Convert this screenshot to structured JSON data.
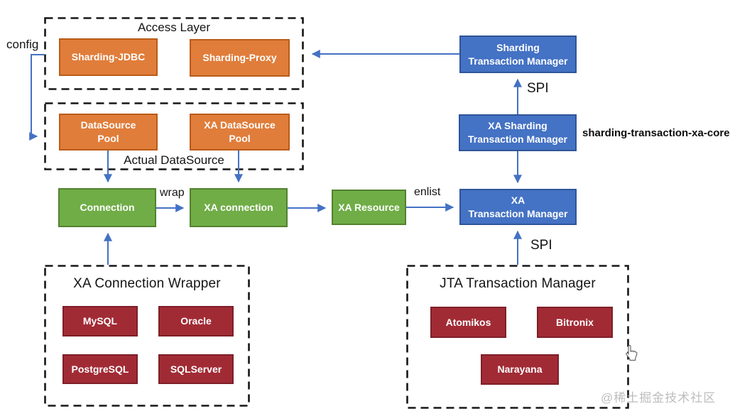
{
  "groups": {
    "access_layer": {
      "title": "Access Layer",
      "items": [
        {
          "label": "Sharding-JDBC"
        },
        {
          "label": "Sharding-Proxy"
        }
      ]
    },
    "actual_datasource": {
      "title": "Actual DataSource",
      "items": [
        {
          "label": "DataSource\nPool"
        },
        {
          "label": "XA DataSource\nPool"
        }
      ]
    },
    "xa_connection_wrapper": {
      "title": "XA Connection Wrapper",
      "items": [
        {
          "label": "MySQL"
        },
        {
          "label": "Oracle"
        },
        {
          "label": "PostgreSQL"
        },
        {
          "label": "SQLServer"
        }
      ]
    },
    "jta_transaction_manager": {
      "title": "JTA Transaction Manager",
      "items": [
        {
          "label": "Atomikos"
        },
        {
          "label": "Bitronix"
        },
        {
          "label": "Narayana"
        }
      ]
    }
  },
  "nodes": {
    "connection": {
      "label": "Connection"
    },
    "xa_connection": {
      "label": "XA connection"
    },
    "xa_resource": {
      "label": "XA Resource"
    },
    "sharding_transaction_manager": {
      "label": "Sharding\nTransaction Manager"
    },
    "xa_sharding_transaction_manager": {
      "label": "XA Sharding\nTransaction Manager"
    },
    "xa_transaction_manager": {
      "label": "XA\nTransaction Manager"
    }
  },
  "edge_labels": {
    "config": "config",
    "wrap": "wrap",
    "enlist": "enlist",
    "spi_top": "SPI",
    "spi_bottom": "SPI",
    "module": "sharding-transaction-xa-core"
  },
  "watermark": "@稀土掘金技术社区",
  "colors": {
    "orange": "#E07D3A",
    "green": "#70AD47",
    "blue": "#4472C4",
    "dark_red": "#A12B35",
    "arrow": "#4472C4"
  }
}
